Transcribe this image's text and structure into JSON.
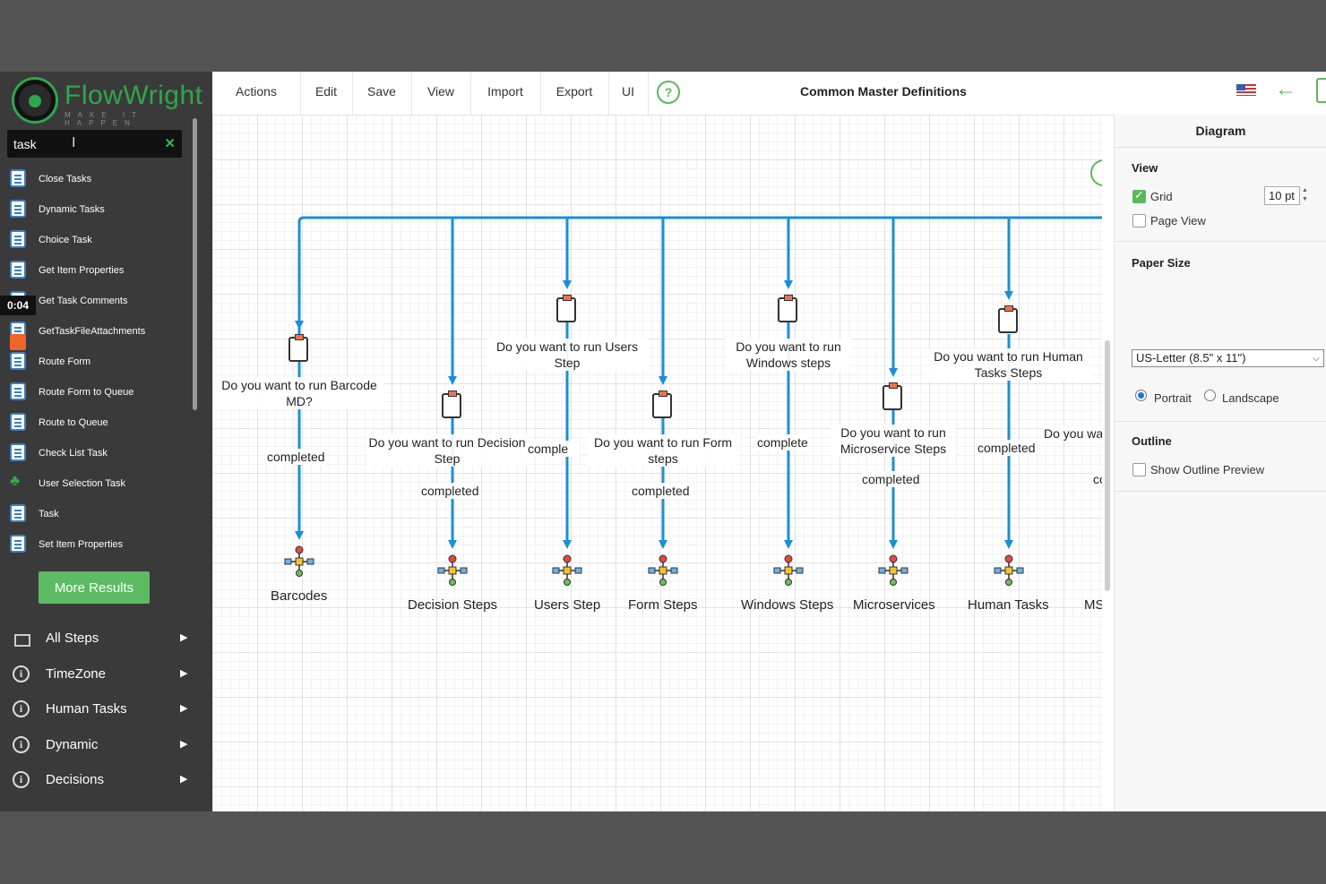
{
  "brand": {
    "name": "FlowWright",
    "tagline": "MAKE IT HAPPEN"
  },
  "search": {
    "value": "task",
    "clear": "✕"
  },
  "results": [
    {
      "label": "Close Tasks",
      "icon": "clipboard-icon"
    },
    {
      "label": "Dynamic Tasks",
      "icon": "clipboard-icon"
    },
    {
      "label": "Choice Task",
      "icon": "clipboard-icon"
    },
    {
      "label": "Get Item Properties",
      "icon": "properties-icon"
    },
    {
      "label": "Get Task Comments",
      "icon": "clipboard-icon"
    },
    {
      "label": "GetTaskFileAttachments",
      "icon": "clipboard-icon"
    },
    {
      "label": "Route Form",
      "icon": "form-icon"
    },
    {
      "label": "Route Form to Queue",
      "icon": "form-icon"
    },
    {
      "label": "Route to Queue",
      "icon": "form-icon"
    },
    {
      "label": "Check List Task",
      "icon": "clipboard-icon"
    },
    {
      "label": "User Selection Task",
      "icon": "users-icon"
    },
    {
      "label": "Task",
      "icon": "clipboard-icon"
    },
    {
      "label": "Set Item Properties",
      "icon": "properties-icon"
    }
  ],
  "timer": "0:04",
  "more_results": "More Results",
  "categories": [
    {
      "label": "All Steps",
      "icon": "stack-icon"
    },
    {
      "label": "TimeZone",
      "icon": "info-icon"
    },
    {
      "label": "Human Tasks",
      "icon": "info-icon"
    },
    {
      "label": "Dynamic",
      "icon": "info-icon"
    },
    {
      "label": "Decisions",
      "icon": "info-icon"
    }
  ],
  "menu": [
    "Actions",
    "Edit",
    "Save",
    "View",
    "Import",
    "Export",
    "UI"
  ],
  "help": "?",
  "document_title": "Common Master Definitions",
  "diagram": {
    "questions": [
      {
        "text": "Do you want to run Barcode MD?"
      },
      {
        "text": "Do you want to run Decision Step"
      },
      {
        "text": "Do you want to run Users Step"
      },
      {
        "text": "Do you want to run Form steps"
      },
      {
        "text": "Do you want to run Windows steps"
      },
      {
        "text": "Do you want to run Microservice Steps"
      },
      {
        "text": "Do you want to run Human Tasks Steps"
      },
      {
        "text": "Do you wa"
      }
    ],
    "edge_label": "completed",
    "complete_partial": "complete",
    "completed_partial_right": "co",
    "decision_overlap": "comple",
    "workflows": [
      "Barcodes",
      "Decision Steps",
      "Users Step",
      "Form Steps",
      "Windows Steps",
      "Microservices",
      "Human Tasks",
      "MS"
    ]
  },
  "panel": {
    "title": "Diagram",
    "view": {
      "heading": "View",
      "grid": "Grid",
      "grid_checked": true,
      "page_view": "Page View",
      "page_view_checked": false,
      "grid_size": "10 pt"
    },
    "paper": {
      "heading": "Paper Size",
      "value": "US-Letter (8.5\" x 11\")",
      "portrait": "Portrait",
      "landscape": "Landscape",
      "orientation": "Portrait"
    },
    "outline": {
      "heading": "Outline",
      "show": "Show Outline Preview",
      "checked": false
    }
  },
  "colors": {
    "accent": "#5cb85c",
    "connector": "#1a8fd6",
    "sidebar": "#3a3a3a"
  }
}
